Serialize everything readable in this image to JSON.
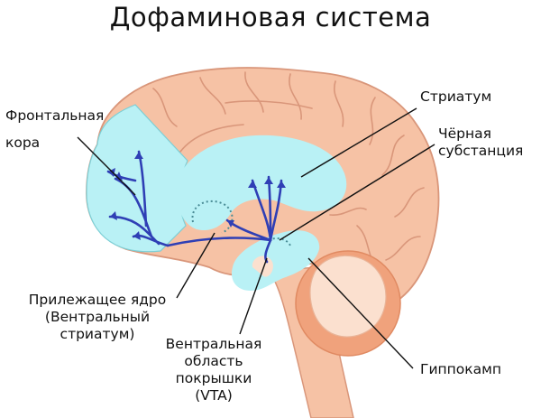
{
  "title": "Дофаминовая система",
  "labels": {
    "frontal_cortex": [
      "Фронтальная",
      "кора"
    ],
    "striatum": [
      "Стриатум"
    ],
    "substantia_nigra": [
      "Чёрная",
      "субстанция"
    ],
    "nucleus_accumbens": [
      "Прилежащее ядро",
      "(Вентральный",
      "стриатум)"
    ],
    "vta": [
      "Вентральная",
      "область",
      "покрышки",
      "(VTA)"
    ],
    "hippocampus": [
      "Гиппокамп"
    ]
  },
  "colors": {
    "cortex": "#f6c2a5",
    "cortex_outline": "#d9967a",
    "dopamine_region": "#b9f1f5",
    "pathway": "#2f3fb5",
    "hippocampus": "#fbe0cf",
    "cerebellum_ring": "#f0a27c",
    "leader_line": "#111111"
  }
}
